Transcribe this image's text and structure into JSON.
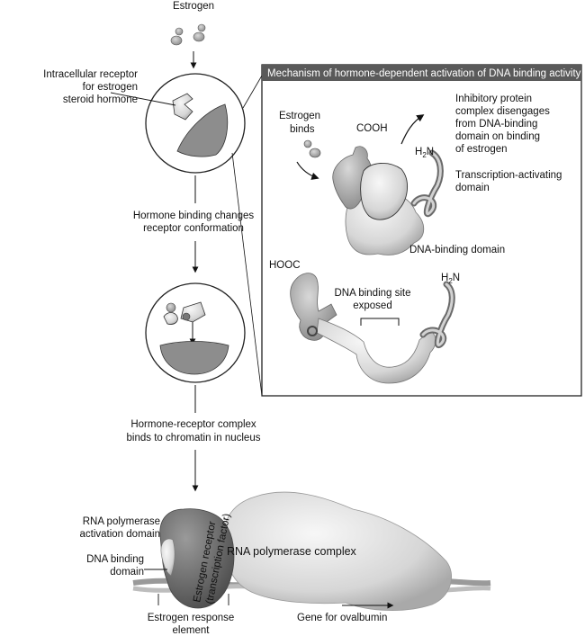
{
  "left_column": {
    "estrogen": "Estrogen",
    "receptor_label": [
      "Intracellular receptor",
      "for estrogen",
      "steroid hormone"
    ],
    "binding_caption": [
      "Hormone binding changes",
      "receptor conformation"
    ],
    "chromatin_caption": [
      "Hormone-receptor complex",
      "binds to chromatin in nucleus"
    ]
  },
  "panel": {
    "title": "Mechanism of hormone-dependent activation of DNA binding activity",
    "estrogen_binds": [
      "Estrogen",
      "binds"
    ],
    "cooh": "COOH",
    "h2n_top": "H",
    "h2n_sub": "2",
    "h2n_n": "N",
    "inhibitory_text": [
      "Inhibitory protein",
      "complex disengages",
      "from DNA-binding",
      "domain on binding",
      "of estrogen"
    ],
    "transcription_domain": [
      "Transcription-activating",
      "domain"
    ],
    "dna_binding_domain": "DNA-binding domain",
    "hooc": "HOOC",
    "binding_site": [
      "DNA binding site",
      "exposed"
    ]
  },
  "bottom": {
    "rna_pol_activation": [
      "RNA polymerase",
      "activation domain"
    ],
    "dna_binding": [
      "DNA binding",
      "domain"
    ],
    "receptor_vertical": [
      "Estrogen receptor",
      "(transcription factor)"
    ],
    "rna_complex": "RNA polymerase complex",
    "ere": [
      "Estrogen response",
      "element"
    ],
    "gene": "Gene for ovalbumin"
  }
}
